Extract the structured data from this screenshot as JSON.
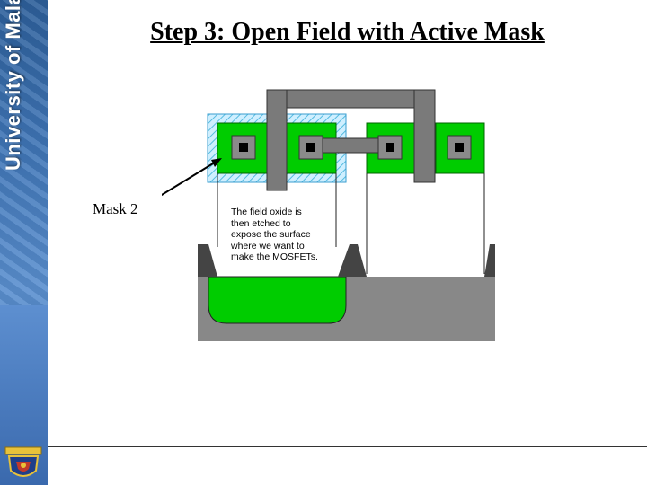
{
  "title": "Step 3: Open Field with Active Mask",
  "sidebar": {
    "text": "University of Malaya"
  },
  "diagram": {
    "mask_label": "Mask 2",
    "note_lines": [
      "The field oxide is",
      "then etched to",
      "expose the surface",
      "where we want to",
      "make the MOSFETs."
    ],
    "colors": {
      "active_green": "#00cc00",
      "poly_gray": "#777777",
      "substrate_gray": "#888888",
      "oxide_dark": "#444444",
      "mask_hatch": "#66ccee"
    }
  }
}
